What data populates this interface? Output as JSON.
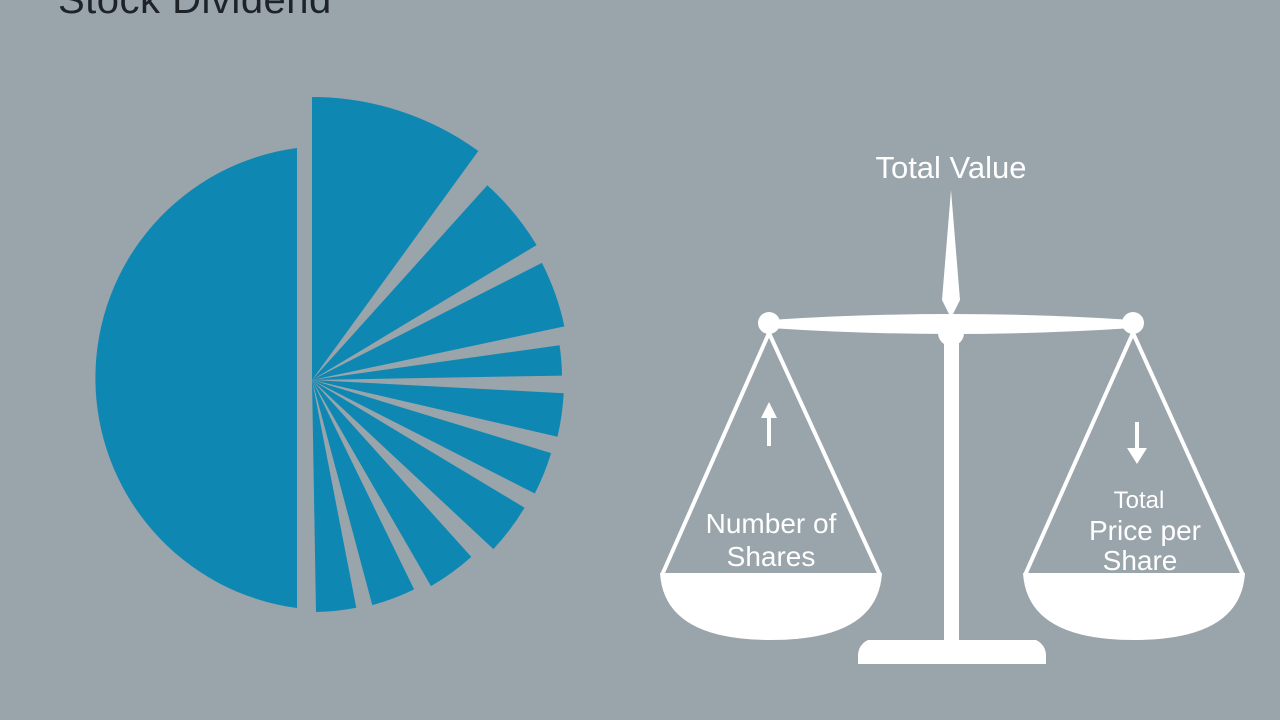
{
  "page": {
    "title": "Stock Dividend",
    "background_color": "#9aa4ab"
  },
  "diagram": {
    "pie": {
      "color": "#0e88b2",
      "gap_color": "#9aa4ab",
      "description_left": "half",
      "slice_count_right": 10
    },
    "scale": {
      "color": "#ffffff",
      "top_label": "Total Value",
      "left_pan": {
        "line1": "Number of",
        "line2": "Shares",
        "arrow": "up-arrow-icon"
      },
      "right_pan": {
        "line0": "Total",
        "line1": "Price per",
        "line2": "Share",
        "arrow": "down-arrow-icon"
      }
    }
  }
}
